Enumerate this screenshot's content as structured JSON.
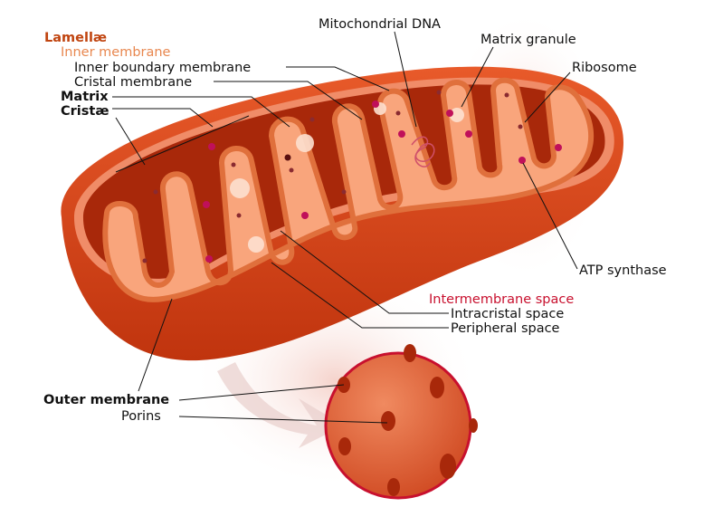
{
  "labels": {
    "lamellae": "Lamellæ",
    "inner_membrane": "Inner membrane",
    "inner_boundary_membrane": "Inner boundary membrane",
    "cristal_membrane": "Cristal membrane",
    "matrix": "Matrix",
    "cristae": "Cristæ",
    "mitochondrial_dna": "Mitochondrial DNA",
    "matrix_granule": "Matrix granule",
    "ribosome": "Ribosome",
    "atp_synthase": "ATP synthase",
    "intermembrane_space": "Intermembrane space",
    "intracristal_space": "Intracristal space",
    "peripheral_space": "Peripheral space",
    "outer_membrane": "Outer membrane",
    "porins": "Porins"
  },
  "colors": {
    "lamellae": "#c0440f",
    "inner_membrane": "#e8874f",
    "intermembrane_space": "#c8102e",
    "outer_shell": "#d9461c",
    "matrix_fill": "#f9a57c",
    "cavity": "#a8280a"
  }
}
